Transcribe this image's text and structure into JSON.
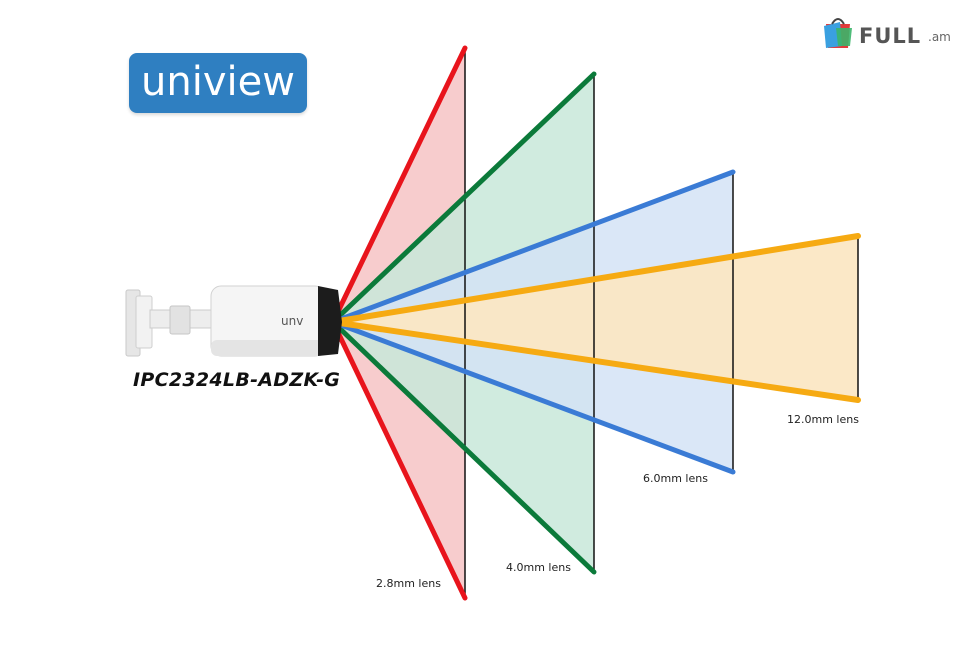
{
  "brand": {
    "logo_text": "uniview",
    "logo_color": "#2f7fc1"
  },
  "camera": {
    "model": "IPC2324LB-ADZK-G",
    "body_label": "unv"
  },
  "watermark": {
    "main": "FULL",
    "sub": ".am"
  },
  "lenses": [
    {
      "label": "2.8mm lens",
      "color": "#e8141c",
      "fill": "#f6c3c4"
    },
    {
      "label": "4.0mm lens",
      "color": "#0b7a3a",
      "fill": "#c8e7d9"
    },
    {
      "label": "6.0mm lens",
      "color": "#3a7bd5",
      "fill": "#d4e3f6"
    },
    {
      "label": "12.0mm lens",
      "color": "#f6aa12",
      "fill": "#fbe7c4"
    }
  ]
}
